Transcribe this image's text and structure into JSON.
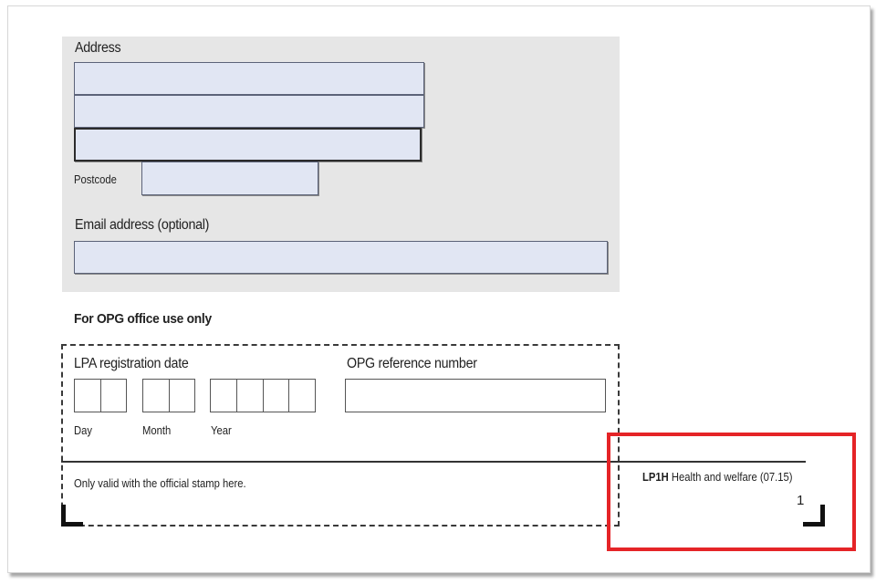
{
  "form": {
    "address": {
      "label": "Address",
      "lines": [
        "",
        "",
        ""
      ],
      "postcode_label": "Postcode",
      "postcode_value": ""
    },
    "email": {
      "label": "Email address (optional)",
      "value": ""
    }
  },
  "office_use": {
    "heading": "For OPG office use only",
    "registration_date": {
      "label": "LPA registration date",
      "day_label": "Day",
      "month_label": "Month",
      "year_label": "Year",
      "day_cells": 2,
      "month_cells": 2,
      "year_cells": 4
    },
    "reference": {
      "label": "OPG reference number",
      "value": ""
    },
    "stamp_note": "Only valid with the official stamp here."
  },
  "footer": {
    "form_code": "LP1H",
    "form_title": "Health and welfare (07.15)",
    "page_number": "1"
  },
  "annotation": {
    "highlight_color": "#e52427"
  }
}
